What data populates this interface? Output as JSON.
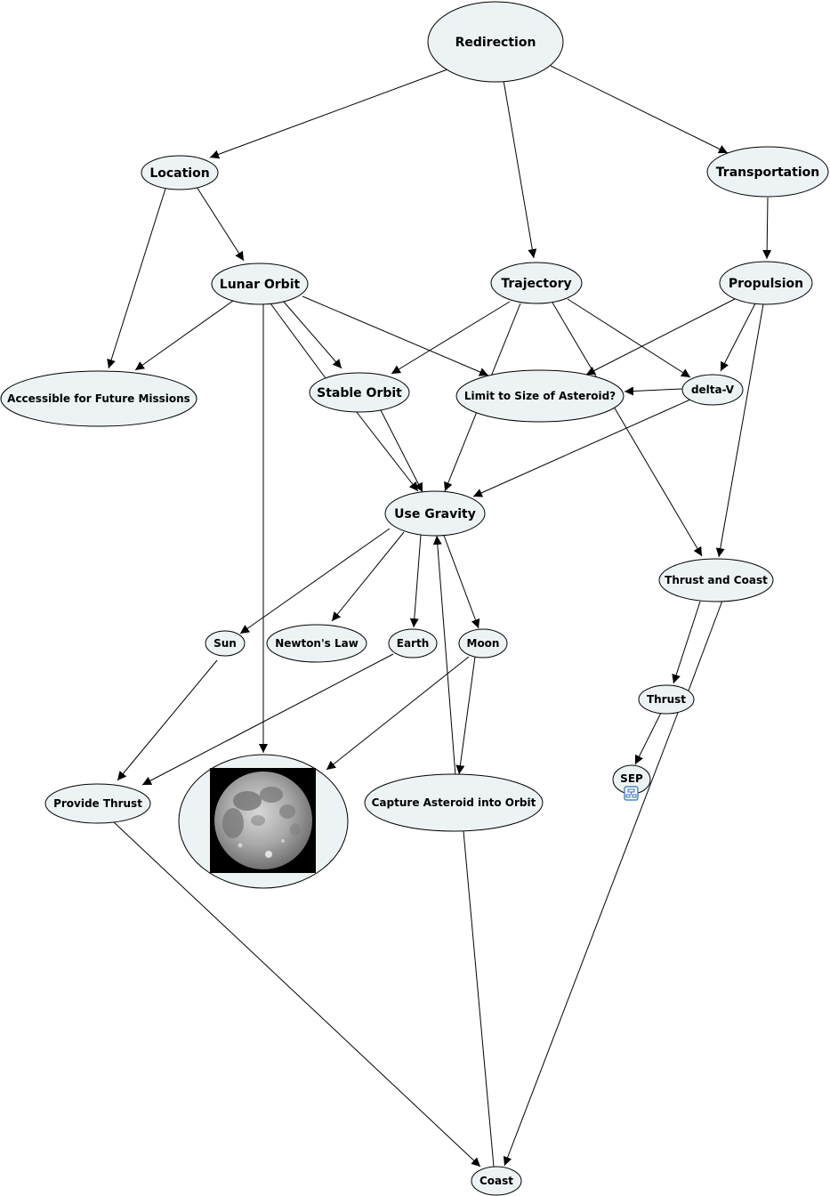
{
  "nodes": {
    "redirection": "Redirection",
    "location": "Location",
    "transportation": "Transportation",
    "lunar_orbit": "Lunar Orbit",
    "trajectory": "Trajectory",
    "propulsion": "Propulsion",
    "accessible": "Accessible for Future Missions",
    "stable_orbit": "Stable Orbit",
    "limit_size": "Limit to Size of Asteroid?",
    "delta_v": "delta-V",
    "use_gravity": "Use Gravity",
    "thrust_and_coast": "Thrust and Coast",
    "sun": "Sun",
    "newtons_law": "Newton's Law",
    "earth": "Earth",
    "moon": "Moon",
    "thrust": "Thrust",
    "sep": "SEP",
    "provide_thrust": "Provide Thrust",
    "capture_asteroid": "Capture Asteroid into Orbit",
    "coast": "Coast"
  },
  "colors": {
    "node_fill": "#edf3f4",
    "stroke": "#000000"
  },
  "icons": {
    "moon_image": "full-moon-photo",
    "sep_attachment": "resource-attachment-icon"
  }
}
